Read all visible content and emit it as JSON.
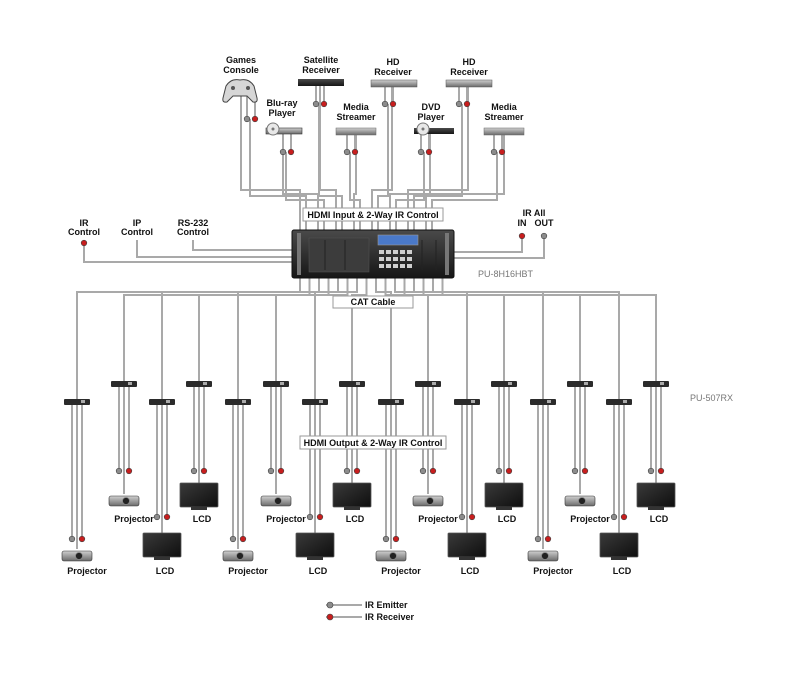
{
  "sources": [
    {
      "label1": "Games",
      "label2": "Console",
      "icon": "gamepad-icon"
    },
    {
      "label1": "Blu-ray",
      "label2": "Player",
      "icon": "disc-player-icon"
    },
    {
      "label1": "Satellite",
      "label2": "Receiver",
      "icon": "receiver-box-icon"
    },
    {
      "label1": "Media",
      "label2": "Streamer",
      "icon": "streamer-box-icon"
    },
    {
      "label1": "HD",
      "label2": "Receiver",
      "icon": "receiver-box-icon"
    },
    {
      "label1": "DVD",
      "label2": "Player",
      "icon": "disc-player-icon"
    },
    {
      "label1": "HD",
      "label2": "Receiver",
      "icon": "receiver-box-icon"
    },
    {
      "label1": "Media",
      "label2": "Streamer",
      "icon": "streamer-box-icon"
    }
  ],
  "control": {
    "ir": {
      "label1": "IR",
      "label2": "Control"
    },
    "ip": {
      "label1": "IP",
      "label2": "Control"
    },
    "rs232": {
      "label1": "RS-232",
      "label2": "Control"
    },
    "ir_all": "IR All",
    "ir_in": "IN",
    "ir_out": "OUT"
  },
  "banners": {
    "input": "HDMI Input & 2-Way IR Control",
    "cat": "CAT Cable",
    "output": "HDMI Output & 2-Way IR Control"
  },
  "matrix_model": "PU-8H16HBT",
  "receiver_model": "PU-507RX",
  "outputs": [
    {
      "label": "Projector",
      "type": "projector"
    },
    {
      "label": "Projector",
      "type": "projector"
    },
    {
      "label": "LCD",
      "type": "lcd"
    },
    {
      "label": "LCD",
      "type": "lcd"
    },
    {
      "label": "Projector",
      "type": "projector"
    },
    {
      "label": "Projector",
      "type": "projector"
    },
    {
      "label": "LCD",
      "type": "lcd"
    },
    {
      "label": "LCD",
      "type": "lcd"
    },
    {
      "label": "Projector",
      "type": "projector"
    },
    {
      "label": "Projector",
      "type": "projector"
    },
    {
      "label": "LCD",
      "type": "lcd"
    },
    {
      "label": "LCD",
      "type": "lcd"
    },
    {
      "label": "Projector",
      "type": "projector"
    },
    {
      "label": "Projector",
      "type": "projector"
    },
    {
      "label": "LCD",
      "type": "lcd"
    },
    {
      "label": "LCD",
      "type": "lcd"
    }
  ],
  "legend": {
    "emitter": "IR Emitter",
    "receiver": "IR Receiver"
  },
  "colors": {
    "cable": "#a9a9a9",
    "emitter": "#8c8c8c",
    "receiver": "#c81e1e",
    "device": "#2b2b2b"
  }
}
